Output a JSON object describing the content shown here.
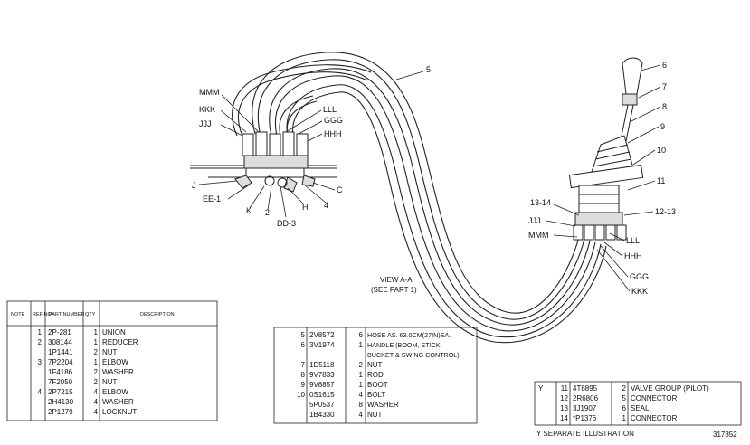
{
  "drawing": {
    "view_label_1": "VIEW  A-A",
    "view_label_2": "(SEE PART  1)",
    "drawing_number": "317852",
    "footnote": "Y   SEPARATE ILLUSTRATION",
    "callouts": {
      "c5_hose": "5",
      "c6": "6",
      "c7": "7",
      "c8": "8",
      "c9": "9",
      "c10": "10",
      "c11": "11",
      "c12_13": "12-13",
      "c13_14": "13-14",
      "mmm_left": "MMM",
      "kkk_left": "KKK",
      "jjj_left": "JJJ",
      "lll_left": "LLL",
      "ggg_left": "GGG",
      "hhh_left": "HHH",
      "j": "J",
      "ee1": "EE-1",
      "k": "K",
      "two": "2",
      "dd3": "DD-3",
      "h": "H",
      "four": "4",
      "c": "C",
      "jjj_right": "JJJ",
      "mmm_right": "MMM",
      "lll_right": "LLL",
      "hhh_right": "HHH",
      "ggg_right": "GGG",
      "kkk_right": "KKK"
    }
  },
  "table1": {
    "headers": [
      "NOTE",
      "REF NO",
      "PART NUMBER",
      "QTY",
      "DESCRIPTION"
    ],
    "rows": [
      {
        "ref": "1",
        "part": "2P-281",
        "qty": "1",
        "desc": "UNION"
      },
      {
        "ref": "2",
        "part": "308144",
        "qty": "1",
        "desc": "REDUCER"
      },
      {
        "ref": "",
        "part": "1P1441",
        "qty": "2",
        "desc": "NUT"
      },
      {
        "ref": "3",
        "part": "7P2204",
        "qty": "1",
        "desc": "ELBOW"
      },
      {
        "ref": "",
        "part": "1F4186",
        "qty": "2",
        "desc": "WASHER"
      },
      {
        "ref": "",
        "part": "7F2050",
        "qty": "2",
        "desc": "NUT"
      },
      {
        "ref": "4",
        "part": "2P7215",
        "qty": "4",
        "desc": "ELBOW"
      },
      {
        "ref": "",
        "part": "2H4130",
        "qty": "4",
        "desc": "WASHER"
      },
      {
        "ref": "",
        "part": "2P1279",
        "qty": "4",
        "desc": "LOCKNUT"
      }
    ]
  },
  "table2": {
    "rows": [
      {
        "ref": "5",
        "part": "2V8572",
        "qty": "6",
        "desc": "HOSE  AS.  63.0CM(27IN)EA."
      },
      {
        "ref": "6",
        "part": "3V1974",
        "qty": "1",
        "desc": "HANDLE  (BOOM,  STICK,"
      },
      {
        "ref": "",
        "part": "",
        "qty": "",
        "desc": "BUCKET  &  SWING CONTROL)"
      },
      {
        "ref": "7",
        "part": "1D5118",
        "qty": "2",
        "desc": "NUT"
      },
      {
        "ref": "8",
        "part": "9V7833",
        "qty": "1",
        "desc": "ROD"
      },
      {
        "ref": "9",
        "part": "9V8857",
        "qty": "1",
        "desc": "BOOT"
      },
      {
        "ref": "10",
        "part": "0S1615",
        "qty": "4",
        "desc": "BOLT"
      },
      {
        "ref": "",
        "part": "5P0537",
        "qty": "8",
        "desc": "WASHER"
      },
      {
        "ref": "",
        "part": "1B4330",
        "qty": "4",
        "desc": "NUT"
      }
    ]
  },
  "table3": {
    "rows": [
      {
        "note": "Y",
        "ref": "11",
        "part": "4T8895",
        "qty": "2",
        "desc": "VALVE  GROUP  (PILOT)"
      },
      {
        "note": "",
        "ref": "12",
        "part": "2R6806",
        "qty": "5",
        "desc": "CONNECTOR"
      },
      {
        "note": "",
        "ref": "13",
        "part": "3J1907",
        "qty": "6",
        "desc": "SEAL"
      },
      {
        "note": "",
        "ref": "14",
        "part": "*P1376",
        "qty": "1",
        "desc": "CONNECTOR"
      }
    ]
  }
}
